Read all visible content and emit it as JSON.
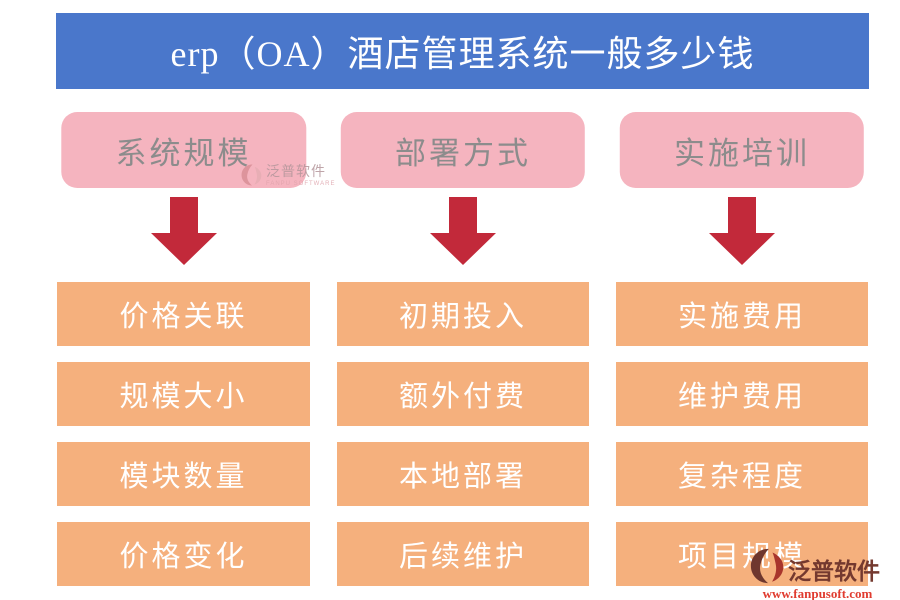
{
  "colors": {
    "title_bar_blue": "#4a77cb",
    "header_pink": "#f5b4bf",
    "header_text_gray": "#8c8c8c",
    "arrow_red": "#c2293a",
    "item_orange": "#f5b07d",
    "item_text_white": "#ffffff",
    "watermark_brand_dark": "#74392f",
    "watermark_url_red": "#e03c30",
    "watermark_top_text": "#b4969b",
    "watermark_top_sub": "#dfa3ab"
  },
  "title": "erp（OA）酒店管理系统一般多少钱",
  "columns": [
    {
      "header": "系统规模",
      "items": [
        "价格关联",
        "规模大小",
        "模块数量",
        "价格变化"
      ]
    },
    {
      "header": "部署方式",
      "items": [
        "初期投入",
        "额外付费",
        "本地部署",
        "后续维护"
      ]
    },
    {
      "header": "实施培训",
      "items": [
        "实施费用",
        "维护费用",
        "复杂程度",
        "项目规模"
      ]
    }
  ],
  "watermarks": {
    "top": {
      "brand": "泛普软件",
      "subtext": "FANPU SOFTWARE"
    },
    "bottom": {
      "brand": "泛普软件",
      "subtext": "www.fanpusoft.com"
    }
  }
}
